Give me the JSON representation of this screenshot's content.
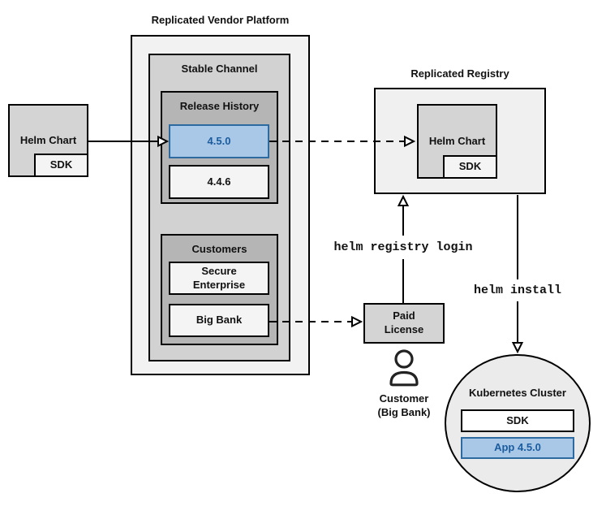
{
  "source_helm_chart": {
    "label": "Helm Chart",
    "sdk_label": "SDK"
  },
  "vendor_platform": {
    "title": "Replicated Vendor Platform",
    "stable_channel": {
      "title": "Stable Channel",
      "release_history": {
        "title": "Release History",
        "releases": [
          {
            "version": "4.5.0",
            "highlighted": true
          },
          {
            "version": "4.4.6",
            "highlighted": false
          }
        ]
      },
      "customers": {
        "title": "Customers",
        "items": [
          "Secure Enterprise",
          "Big Bank"
        ]
      }
    }
  },
  "registry": {
    "title": "Replicated Registry",
    "helm_chart": {
      "label": "Helm Chart",
      "sdk_label": "SDK"
    }
  },
  "paid_license": {
    "label": "Paid License"
  },
  "customer": {
    "label": "Customer (Big Bank)"
  },
  "commands": {
    "registry_login": "helm registry login",
    "install": "helm install"
  },
  "kubernetes_cluster": {
    "title": "Kubernetes Cluster",
    "sdk_label": "SDK",
    "app_label": "App 4.5.0"
  },
  "colors": {
    "highlight_fill": "#a9c8e8",
    "highlight_border": "#2c6aa0",
    "highlight_text": "#1a5c9e",
    "box_light": "#f2f2f2",
    "box_mid": "#d4d4d4",
    "box_dark": "#b5b5b5",
    "circle_fill": "#ebebeb"
  }
}
